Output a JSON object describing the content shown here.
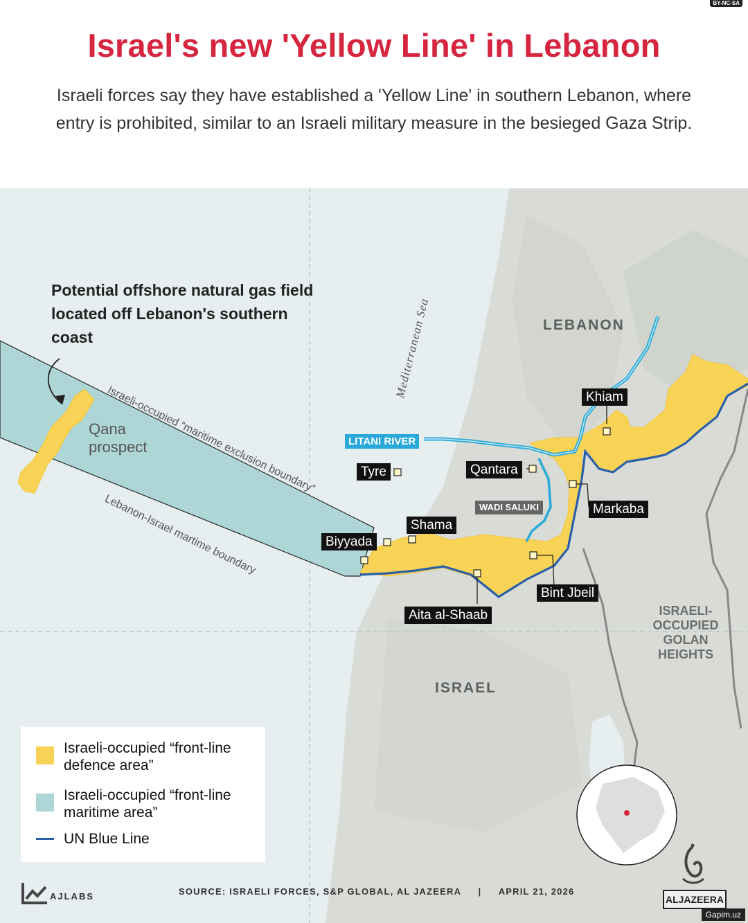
{
  "license_badge": "BY-NC-SA",
  "title": "Israel's new 'Yellow Line' in Lebanon",
  "subtitle": "Israeli forces say they have established a 'Yellow Line' in southern Lebanon, where entry is prohibited, similar to an Israeli military measure in the besieged Gaza Strip.",
  "map": {
    "countries": [
      "LEBANON",
      "ISRAEL"
    ],
    "golan_label": "ISRAELI-OCCUPIED GOLAN HEIGHTS",
    "sea_label": "Mediterranean Sea",
    "river_label": "LITANI RIVER",
    "wadi_label": "WADI SALUKI",
    "places": [
      "Khiam",
      "Tyre",
      "Qantara",
      "Markaba",
      "Shama",
      "Biyyada",
      "Bint Jbeil",
      "Aita al-Shaab"
    ],
    "boundary_labels": {
      "exclusion": "Israeli-occupied “maritime exclusion boundary”",
      "maritime": "Lebanon-Israel martime boundary"
    },
    "annotation": "Potential offshore natural gas field located off Lebanon's southern coast",
    "qana_label": "Qana prospect",
    "colors": {
      "defence_area": "#f8d356",
      "maritime_area": "#aed6d6",
      "blue_line": "#2a5fa8",
      "river": "#29a9d9",
      "title": "#d6253f"
    }
  },
  "legend": [
    {
      "label": "Israeli-occupied “front-line defence area”",
      "swatch": "square",
      "color": "#f8d356"
    },
    {
      "label": "Israeli-occupied “front-line maritime area”",
      "swatch": "square",
      "color": "#aed6d6"
    },
    {
      "label": "UN Blue Line",
      "swatch": "line",
      "color": "#2a5fa8"
    }
  ],
  "footer": {
    "source": "SOURCE: ISRAELI FORCES, S&P GLOBAL, AL JAZEERA",
    "separator": "|",
    "date": "APRIL 21, 2026",
    "brand": "AJLABS",
    "logo_word": "ALJAZEERA",
    "watermark": "Gapim.uz"
  }
}
